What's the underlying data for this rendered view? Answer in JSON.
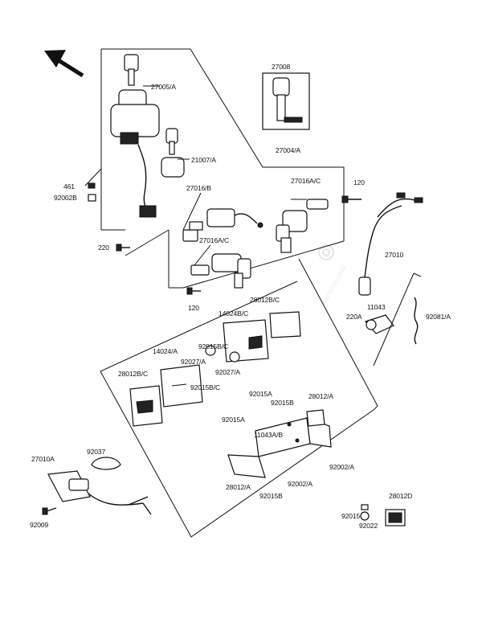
{
  "labels": {
    "p27008": "27008",
    "p27005A": "27005/A",
    "p21007A": "21007/A",
    "p27004A": "27004/A",
    "p461": "461",
    "p92002B": "92002B",
    "p27016B": "27016/B",
    "p27016AC_top": "27016A/C",
    "p120_top": "120",
    "p220": "220",
    "p27016AC_mid": "27016A/C",
    "p27010": "27010",
    "p120_bot": "120",
    "p28012BC_top": "28012B/C",
    "p11043": "11043",
    "p14024BC": "14024B/C",
    "p220A": "220A",
    "p92081A": "92081/A",
    "p92015BC_top": "92015B/C",
    "p14024A": "14024/A",
    "p92027A_left": "92027/A",
    "p92027A_right": "92027/A",
    "p28012BC_left": "28012B/C",
    "p92015BC_bot": "92015B/C",
    "p92015A_top": "92015A",
    "p92015B_top": "92015B",
    "p28012A_top": "28012/A",
    "p92015A_mid": "92015A",
    "p11043AB": "11043A/B",
    "p92037": "92037",
    "p27010A": "27010A",
    "p92002A_right": "92002/A",
    "p28012A_bot": "28012/A",
    "p92002A_bot": "92002/A",
    "p92015B_bot": "92015B",
    "p92009": "92009",
    "p28012D": "28012D",
    "p92015": "92015",
    "p92022": "92022"
  },
  "icons": {
    "arrow": "arrow-up-left-icon",
    "watermark": "gear-watermark-icon"
  },
  "colors": {
    "line": "#111111",
    "background": "#ffffff",
    "watermark": "#dddddd"
  }
}
